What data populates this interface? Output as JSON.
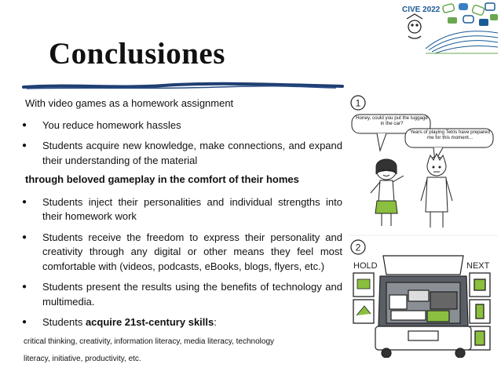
{
  "title": "Conclusiones",
  "logo": {
    "text": "CIVE 2022"
  },
  "intro": "With video games as a homework assignment",
  "bullets_group1": [
    "You reduce homework hassles",
    "Students acquire new knowledge, make connections, and expand their understanding of the material"
  ],
  "subheading": "through beloved gameplay in the comfort of their homes",
  "bullets_group2": [
    "Students inject their personalities and individual strengths into their homework work",
    "Students receive the freedom to express their personality and creativity through any digital or other means they feel most comfortable with (videos, podcasts, eBooks, blogs, flyers, etc.)",
    "Students present the results using the benefits of technology and multimedia."
  ],
  "last_bullet": {
    "prefix": "Students ",
    "bold": "acquire 21st-century skills",
    "suffix": ":"
  },
  "skills_line1": "critical thinking, creativity, information literacy, media literacy, technology",
  "skills_line2": "literacy, initiative, productivity, etc.",
  "comic": {
    "panel1_number": "1",
    "bubble1": "Honey, could you put the luggage in the car?",
    "bubble2": "Years of playing Tetris have prepared me for this moment...",
    "panel2_number": "2",
    "hold_label": "HOLD",
    "next_label": "NEXT"
  },
  "colors": {
    "underline": "#1f3f73",
    "logo_blue": "#1a5a96",
    "logo_green": "#6aa84f",
    "shirt_green": "#8bbf3f"
  }
}
